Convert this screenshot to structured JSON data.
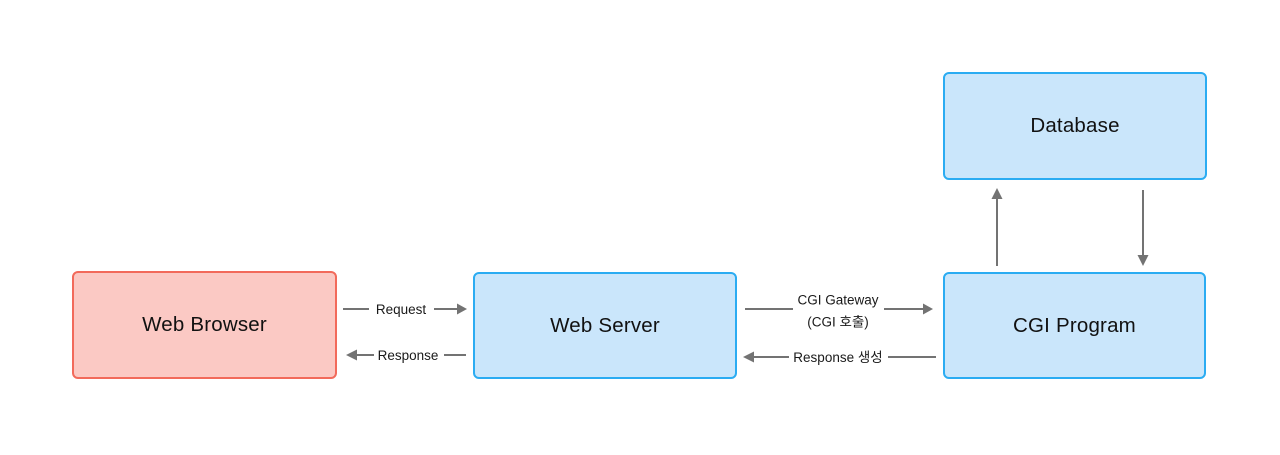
{
  "nodes": {
    "web_browser": {
      "label": "Web Browser",
      "variant": "red"
    },
    "web_server": {
      "label": "Web Server",
      "variant": "blue"
    },
    "cgi_program": {
      "label": "CGI Program",
      "variant": "blue"
    },
    "database": {
      "label": "Database",
      "variant": "blue"
    }
  },
  "edges": {
    "request": {
      "label": "Request",
      "direction": "right",
      "from": "web_browser",
      "to": "web_server"
    },
    "response": {
      "label": "Response",
      "direction": "left",
      "from": "web_server",
      "to": "web_browser"
    },
    "cgi_gateway": {
      "label_line1": "CGI Gateway",
      "label_line2": "(CGI 호출)",
      "direction": "right",
      "from": "web_server",
      "to": "cgi_program"
    },
    "response_generation": {
      "label": "Response 생성",
      "direction": "left",
      "from": "cgi_program",
      "to": "web_server"
    },
    "cgi_to_database": {
      "label": "",
      "direction": "up",
      "from": "cgi_program",
      "to": "database"
    },
    "database_to_cgi": {
      "label": "",
      "direction": "down",
      "from": "database",
      "to": "cgi_program"
    }
  },
  "colors": {
    "node_red_border": "#F26A5B",
    "node_red_fill": "#FBC9C4",
    "node_blue_border": "#2BACF2",
    "node_blue_fill": "#CAE6FB",
    "arrow": "#737373",
    "node_text": "#111111",
    "label_text": "#1A1A1A",
    "background": "#FFFFFF"
  }
}
